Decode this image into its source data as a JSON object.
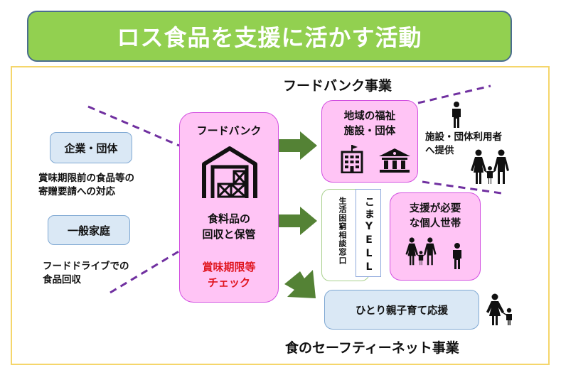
{
  "title": "ロス食品を支援に活かす活動",
  "colors": {
    "title_bg": "#92d050",
    "frame_border": "#f5d66b",
    "pink_box": "#ffc4f5",
    "pink_border": "#d24fe0",
    "blue_box": "#dae8f5",
    "arrow": "#548235",
    "dashed_line": "#7030a0",
    "check_text": "#e0141e"
  },
  "sources": [
    {
      "label": "企業・団体",
      "note": [
        "賞味期限前の食品等の",
        "寄贈要請への対応"
      ]
    },
    {
      "label": "一般家庭",
      "note": [
        "フードドライブでの",
        "食品回収"
      ]
    }
  ],
  "foodbank": {
    "title": "フードバンク",
    "icon": "warehouse-icon",
    "main_lines": [
      "食料品の",
      "回収と保管"
    ],
    "check_lines": [
      "賞味期限等",
      "チェック"
    ]
  },
  "foodbank_business": {
    "label": "フードバンク事業",
    "facility_box": {
      "lines": [
        "地域の福祉",
        "施設・団体"
      ],
      "icons": [
        "school-icon",
        "public-building-icon"
      ]
    },
    "provision_note": [
      "施設・団体利用者",
      "へ提供"
    ],
    "people_icons": [
      "person-icon",
      "family-icon"
    ]
  },
  "safety_net_business": {
    "label": "食のセーフティーネット事業",
    "consult_window": "生活困窮相談窓口",
    "koma_yell": "こまYELL",
    "individual_box": {
      "lines": [
        "支援が必要",
        "な個人世帯"
      ],
      "icons": [
        "family-icon",
        "person-icon"
      ]
    },
    "single_parent_box": "ひとり親子育て応援",
    "single_parent_icon": "mother-child-icon"
  }
}
